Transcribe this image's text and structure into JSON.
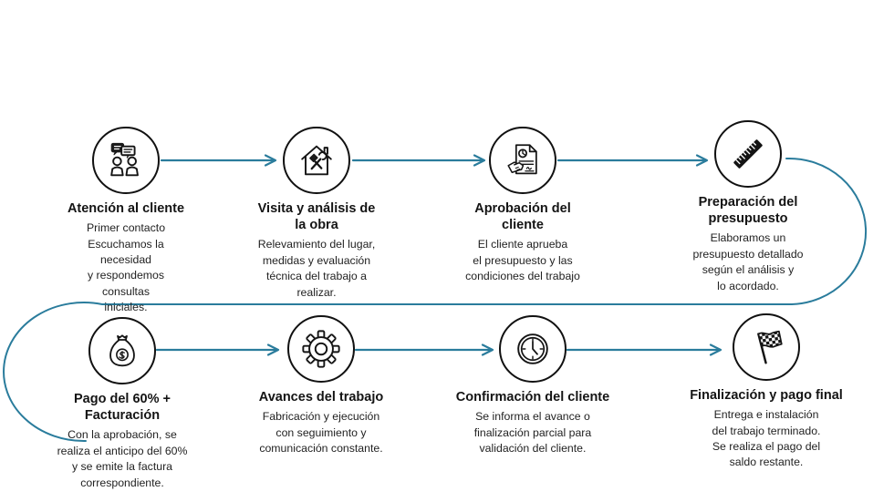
{
  "diagram": {
    "colors": {
      "accent": "#2a7c9c",
      "icon_stroke": "#141414"
    },
    "steps": [
      {
        "icon": "customer-service-icon",
        "title": "Atención al cliente",
        "description": "Primer contacto\nEscuchamos la\nnecesidad\ny respondemos\nconsultas\niniciales."
      },
      {
        "icon": "house-tools-icon",
        "title": "Visita y análisis de\nla obra",
        "description": "Relevamiento del lugar,\nmedidas y evaluación\ntécnica del trabajo a\nrealizar."
      },
      {
        "icon": "approval-document-icon",
        "title": "Aprobación del\ncliente",
        "description": "El cliente aprueba\nel presupuesto y las\ncondiciones del trabajo"
      },
      {
        "icon": "ruler-icon",
        "title": "Preparación del\npresupuesto",
        "description": "Elaboramos un\npresupuesto detallado\nsegún el análisis y\nlo acordado."
      },
      {
        "icon": "money-bag-icon",
        "title": "Pago del 60% +\nFacturación",
        "description": "Con la aprobación, se\nrealiza el anticipo del 60%\ny se emite la factura\ncorrespondiente."
      },
      {
        "icon": "gear-icon",
        "title": "Avances del trabajo",
        "description": "Fabricación y ejecución\ncon seguimiento y\ncomunicación constante."
      },
      {
        "icon": "clock-icon",
        "title": "Confirmación del cliente",
        "description": "Se informa el avance o\nfinalización parcial para\nvalidación del cliente."
      },
      {
        "icon": "checkered-flag-icon",
        "title": "Finalización y pago final",
        "description": "Entrega e instalación\ndel trabajo terminado.\nSe realiza el pago del\nsaldo restante."
      }
    ]
  }
}
